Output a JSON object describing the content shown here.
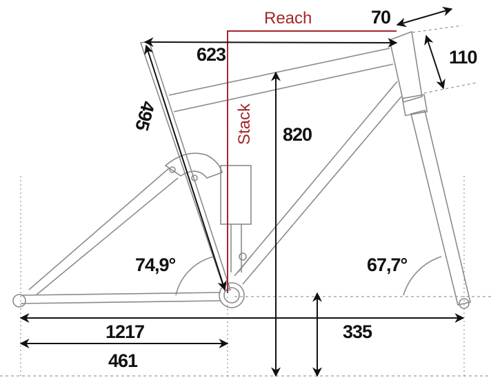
{
  "diagram": {
    "title_labels": {
      "reach": "Reach",
      "stack": "Stack"
    },
    "dimensions": {
      "reach_top": "623",
      "seat_tube": "495",
      "stem": "70",
      "head_tube": "110",
      "stack_height": "820",
      "seat_angle": "74,9°",
      "head_angle": "67,7°",
      "wheelbase": "1217",
      "chainstay": "461",
      "bb_height": "335"
    },
    "colors": {
      "accent": "#a3262a",
      "frame": "#8a8a8a",
      "dimension": "#111111"
    }
  }
}
